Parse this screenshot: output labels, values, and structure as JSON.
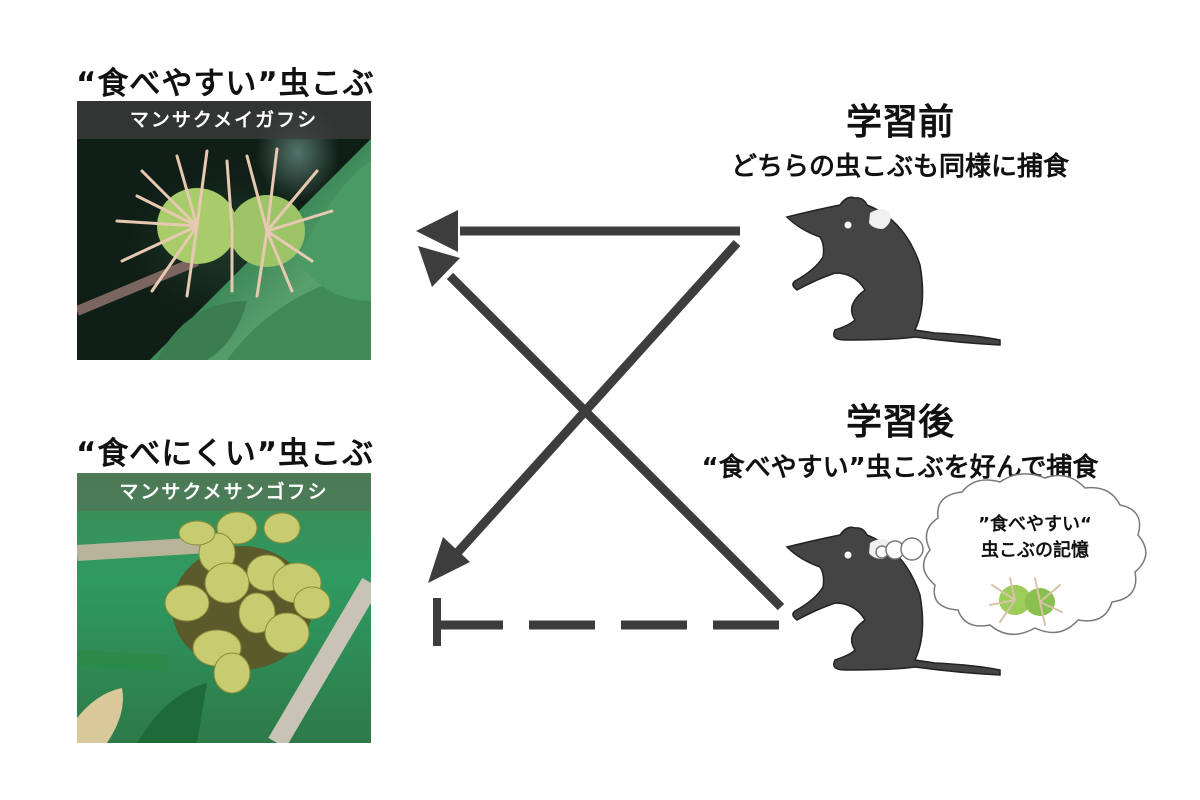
{
  "galls": {
    "easy": {
      "title": "“食べやすい”虫こぶ",
      "species_label": "マンサクメイガフシ"
    },
    "hard": {
      "title": "“食べにくい”虫こぶ",
      "species_label": "マンサクメサンゴフシ"
    }
  },
  "phases": {
    "before": {
      "title": "学習前",
      "description": "どちらの虫こぶも同様に捕食"
    },
    "after": {
      "title": "学習後",
      "description": "“食べやすい”虫こぶを好んで捕食"
    }
  },
  "thought": {
    "line1": "”食べやすい“",
    "line2": "虫こぶの記憶"
  },
  "colors": {
    "arrow": "#3d3d3d",
    "mouse": "#444444",
    "label_bg": "#3c3c3c",
    "cloud_stroke": "#7a7a7a"
  }
}
